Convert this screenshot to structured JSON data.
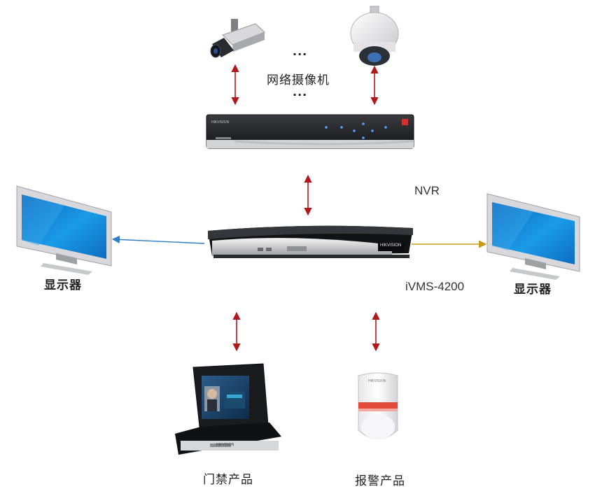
{
  "labels": {
    "network_cameras": "网络摄像机",
    "nvr": "NVR",
    "ivms": "iVMS-4200",
    "display_left": "显示器",
    "display_right": "显示器",
    "access_control": "门禁产品",
    "alarm": "报警产品",
    "ellipsis_top": "...",
    "ellipsis_bottom": "..."
  },
  "device_brand": {
    "nvr_front": "HIKVISION",
    "server_badge": "HIKVISION",
    "terminal_base": "HIKVISION",
    "detector_brand": "HIKVISION"
  },
  "colors": {
    "link_red": "#b0181c",
    "link_blue": "#2f7ec6",
    "link_gold": "#c99a1a",
    "screen_blue": "#1a8ee0",
    "device_dark": "#1e1f22"
  }
}
